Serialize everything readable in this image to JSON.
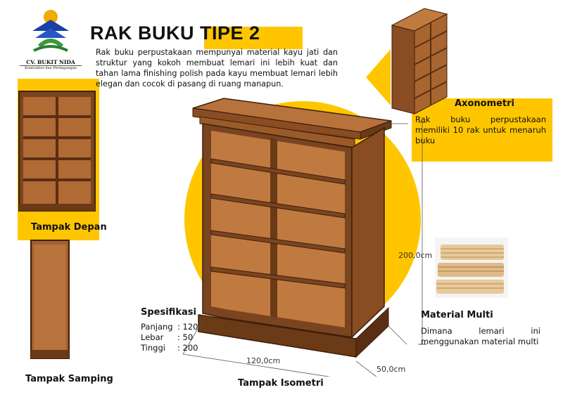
{
  "logo": {
    "company": "CV. BUKIT NIDA",
    "tagline": "Kontraktor dan Perdagangan"
  },
  "title": "RAK BUKU TIPE 2",
  "description": "Rak buku perpustakaan mempunyai material kayu jati dan struktur yang kokoh membuat lemari ini lebih kuat dan tahan lama finishing polish pada kayu membuat lemari lebih elegan dan cocok di pasang di ruang manapun.",
  "views": {
    "front": "Tampak Depan",
    "side": "Tampak Samping",
    "isometric": "Tampak Isometri"
  },
  "axonometric": {
    "title": "Axonometri",
    "text": "Rak buku perpustakaan memiliki 10 rak untuk menaruh buku"
  },
  "material": {
    "title": "Material Multi",
    "text": "Dimana lemari ini menggunakan material multi"
  },
  "specs": {
    "title": "Spesifikasi",
    "rows": [
      {
        "label": "Panjang",
        "value": ": 120"
      },
      {
        "label": "Lebar",
        "value": ": 50"
      },
      {
        "label": "Tinggi",
        "value": ": 200"
      }
    ]
  },
  "dimensions": {
    "height": "200,0cm",
    "width": "120,0cm",
    "depth": "50,0cm"
  },
  "colors": {
    "accent": "#ffc600",
    "wood": "#9a5a2a",
    "wood_dark": "#6b3a17"
  }
}
